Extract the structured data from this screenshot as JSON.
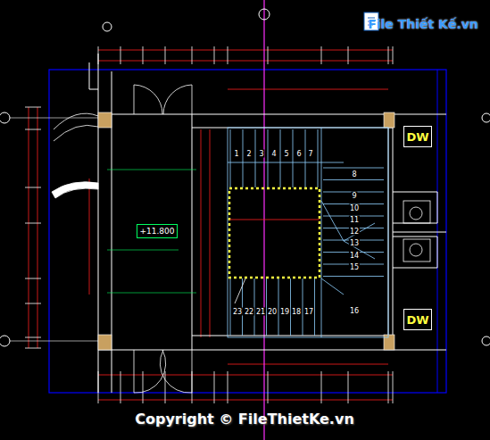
{
  "diagram": {
    "nodes": [
      {
        "text": [
          "DW"
        ]
      },
      {
        "text": [
          "DW"
        ]
      },
      {
        "text": [
          "+11.800"
        ]
      }
    ],
    "labels": [
      "1",
      "2",
      "3",
      "4",
      "5",
      "6",
      "7",
      "8",
      "9",
      "10",
      "11",
      "12",
      "13",
      "14",
      "15",
      "16",
      "17",
      "18",
      "19",
      "20",
      "21",
      "22",
      "23",
      "File Thiết Kế.vn",
      "Copyright © FileThietKe.vn"
    ]
  }
}
